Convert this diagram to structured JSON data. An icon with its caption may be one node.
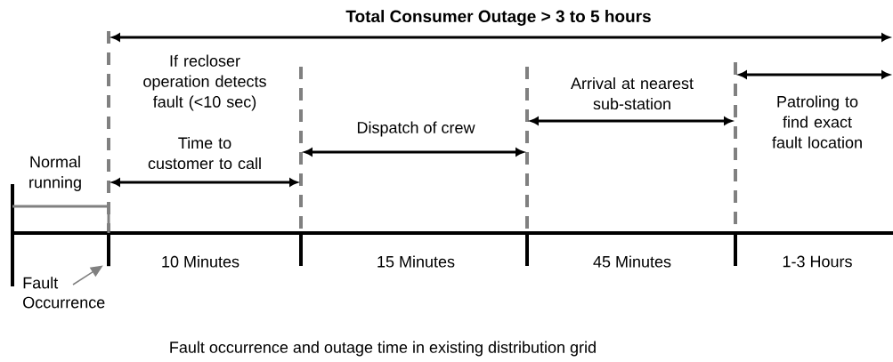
{
  "diagram": {
    "title": "Total Consumer Outage > 3 to 5 hours",
    "caption": "Fault occurrence and outage time in existing distribution grid",
    "nodes": [
      {
        "text": [
          "Fault Occurrence"
        ]
      },
      {
        "text": [],
        "shape": "bar"
      }
    ],
    "edges": [
      {
        "from": 0,
        "to": 1,
        "arrow": "to",
        "color": "#808080"
      }
    ],
    "labels": [
      "If recloser operation detects fault (<10 sec)",
      "Patroling to find exact fault location",
      "Arrival at nearest sub-station",
      "Dispatch of crew",
      "Time to customer to call",
      "Normal running",
      "10 Minutes",
      "15 Minutes",
      "45 Minutes",
      "1-3 Hours"
    ]
  }
}
